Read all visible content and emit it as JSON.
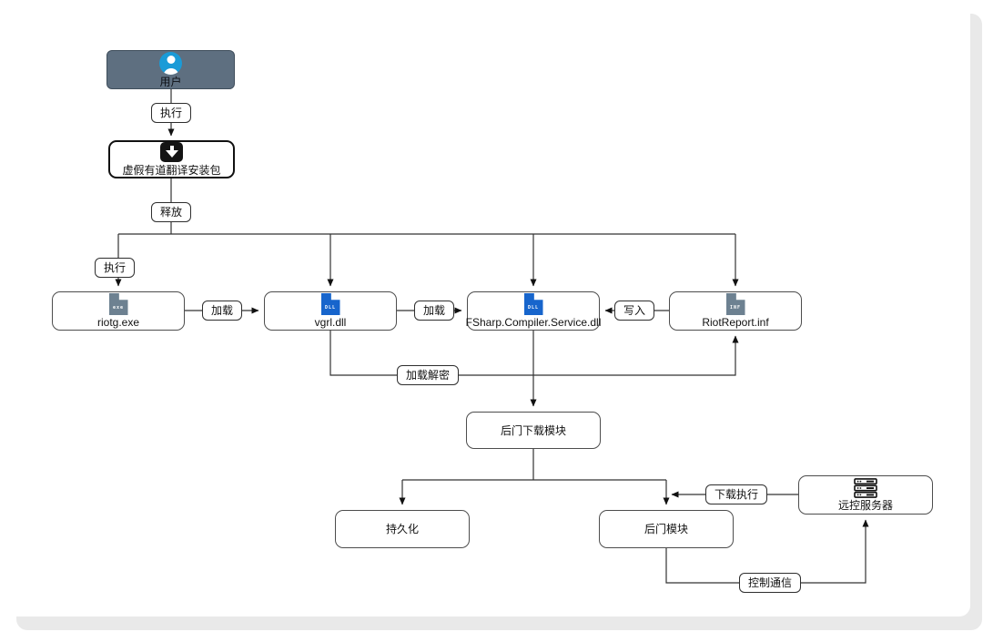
{
  "diagram": {
    "nodes": {
      "user": {
        "label": "用户",
        "icon": "user-icon"
      },
      "installer": {
        "label": "虚假有道翻译安装包",
        "icon": "download-icon"
      },
      "riotg_exe": {
        "label": "riotg.exe",
        "file_type": "exe",
        "icon": "exe-file-icon"
      },
      "vgrl_dll": {
        "label": "vgrl.dll",
        "file_type": "DLL",
        "icon": "dll-file-icon"
      },
      "fsharp_dll": {
        "label": "FSharp.Compiler.Service.dll",
        "file_type": "DLL",
        "icon": "dll-file-icon"
      },
      "riotreport_inf": {
        "label": "RiotReport.inf",
        "file_type": "INF",
        "icon": "inf-file-icon"
      },
      "downloader_module": {
        "label": "后门下载模块"
      },
      "persistence": {
        "label": "持久化"
      },
      "backdoor_module": {
        "label": "后门模块"
      },
      "c2_server": {
        "label": "远控服务器",
        "icon": "server-icon"
      }
    },
    "edges": {
      "user_to_installer": "执行",
      "installer_drop": "释放",
      "drop_to_riotg": "执行",
      "riotg_to_vgrl": "加载",
      "vgrl_to_fsharp": "加载",
      "riotreport_to_fsharp": "写入",
      "vgrl_to_riotreport": "加载解密",
      "c2_to_backdoor": "下载执行",
      "backdoor_to_c2": "控制通信"
    },
    "colors": {
      "user_node_bg": "#5E6F80",
      "person_icon_blue": "#1A9BD7",
      "dll_icon_blue": "#1765CC",
      "exe_inf_icon_gray": "#6D8191",
      "download_icon_black": "#141414",
      "connector_line": "#333333",
      "card_shadow": "#E9E9E9"
    }
  }
}
